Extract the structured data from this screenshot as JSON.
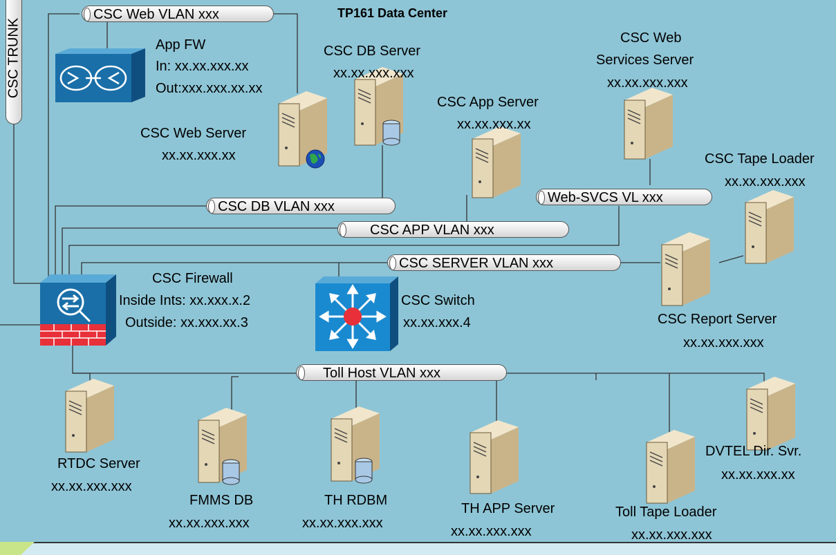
{
  "title": "TP161 Data Center",
  "vlans": {
    "web": "CSC Web VLAN xxx",
    "db": "CSC DB VLAN xxx",
    "app": "CSC APP VLAN xxx",
    "websvcs": "Web-SVCS VL xxx",
    "server": "CSC SERVER VLAN xxx",
    "tollhost": "Toll Host VLAN xxx",
    "trunk": "CSC TRUNK"
  },
  "devices": {
    "app_fw": {
      "name": "App FW",
      "in": "In: xx.xx.xxx.xx",
      "out": "Out:xxx.xxx.xx.xx"
    },
    "db_server": {
      "name": "CSC DB Server",
      "ip": "xx.xx.xxx.xxx"
    },
    "app_server": {
      "name": "CSC App Server",
      "ip": "xx.xx.xxx.xx"
    },
    "web_services": {
      "name1": "CSC Web",
      "name2": "Services Server",
      "ip": "xx.xx.xxx.xxx"
    },
    "web_server": {
      "name": "CSC Web Server",
      "ip": "xx.xx.xxx.xx"
    },
    "tape_loader": {
      "name": "CSC Tape Loader",
      "ip": "xx.xx.xxx.xxx"
    },
    "firewall": {
      "name": "CSC Firewall",
      "inside": "Inside Ints: xx.xxx.x.2",
      "outside": "Outside: xx.xxx.xx.3"
    },
    "switch": {
      "name": "CSC Switch",
      "ip": "xx.xx.xxx.4"
    },
    "report_server": {
      "name": "CSC Report Server",
      "ip": "xx.xx.xxx.xxx"
    },
    "rtdc": {
      "name": "RTDC Server",
      "ip": "xx.xx.xxx.xxx"
    },
    "fmms": {
      "name": "FMMS DB",
      "ip": "xx.xx.xxx.xxx"
    },
    "th_rdbm": {
      "name": "TH RDBM",
      "ip": "xx.xx.xxx.xxx"
    },
    "th_app": {
      "name": "TH APP Server",
      "ip": "xx.xx.xxx.xxx"
    },
    "toll_tape": {
      "name": "Toll Tape Loader",
      "ip": "xx.xx.xxx.xxx"
    },
    "dvtel": {
      "name": "DVTEL Dir. Svr.",
      "ip": "xx.xx.xxx.xx"
    }
  },
  "colors": {
    "background": "#8ec5d6",
    "wire": "#333333",
    "device_blue": "#1a6fa8",
    "switch_hub": "#e8303a",
    "firewall_brick": "#e8303a"
  }
}
